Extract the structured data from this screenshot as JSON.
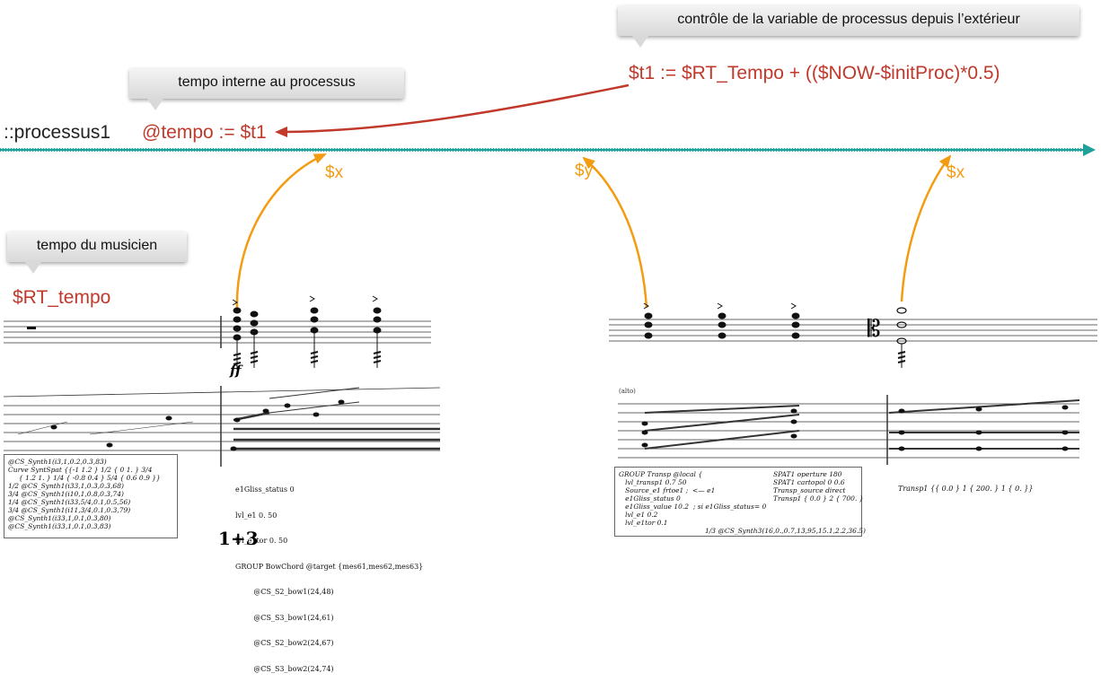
{
  "callouts": {
    "external_control": "contrôle de la variable de processus depuis l’extérieur",
    "internal_tempo": "tempo interne au processus",
    "musician_tempo": "tempo du musicien"
  },
  "timeline": {
    "process_label": "::processus1",
    "tempo_assign": "@tempo := $t1",
    "formula": "$t1 := $RT_Tempo + (($NOW-$initProc)*0.5)",
    "rt_tempo": "$RT_tempo",
    "vars": [
      "$x",
      "$y",
      "$x"
    ]
  },
  "score": {
    "dynamic": "ff",
    "alto_label": "(alto)",
    "clef_glyph": "𝄡",
    "measure_number": "1+3"
  },
  "code": {
    "box1": [
      "@CS_Synth1(i3,1,0.2,0.3,83)",
      "Curve SyntSpat {{-1 1.2 } 1/2 { 0 1. } 3/4",
      "     { 1.2 1. } 1/4 { -0.8 0.4 } 5/4 { 0.6 0.9 }}",
      "1/2 @CS_Synth1(i33,1,0.3,0.3,68)",
      "3/4 @CS_Synth1(i10,1,0.8,0.3,74)",
      "1/4 @CS_Synth1(i33,5/4,0.1,0.5,56)",
      "3/4 @CS_Synth1(i11,3/4,0.1,0.3,79)",
      "@CS_Synth1(i33,1,0.1,0.3,80)",
      "@CS_Synth1(i33,1,0.1,0.3,83)"
    ],
    "box2": [
      "e1Gliss_status 0",
      "lvl_e1 0. 50",
      "lvl_e1tor 0. 50",
      "GROUP BowChord @target {mes61,mes62,mes63}",
      "        @CS_S2_bow1(24,48)",
      "        @CS_S3_bow1(24,61)",
      "        @CS_S2_bow2(24,67)",
      "        @CS_S3_bow2(24,74)"
    ],
    "box3_left": [
      "GROUP Transp @local {",
      "   lvl_transp1 0.7 50",
      "   Source_e1 frtoe1 ;  <— e1",
      "   e1Gliss_status 0",
      "   e1Gliss_value 10.2  ; si e1Gliss_status= 0",
      "   lvl_e1 0.2",
      "   lvl_e1tor 0.1"
    ],
    "box3_right": [
      "SPAT1 operture 180",
      "SPAT1 cartopol 0 0.6",
      "Transp_source direct",
      "Transp1 { 0.0 } 2 { 700. }"
    ],
    "box3_bottom": "1/3 @CS_Synth3(16,0.,0.7,13,95,15.1,2.2,36.5)",
    "transp_note": "Transp1 {{ 0.0 } 1 { 200. } 1 { 0. }}"
  },
  "colors": {
    "timeline": "#1fa09a",
    "red": "#c0392b",
    "orange": "#f39c12"
  }
}
